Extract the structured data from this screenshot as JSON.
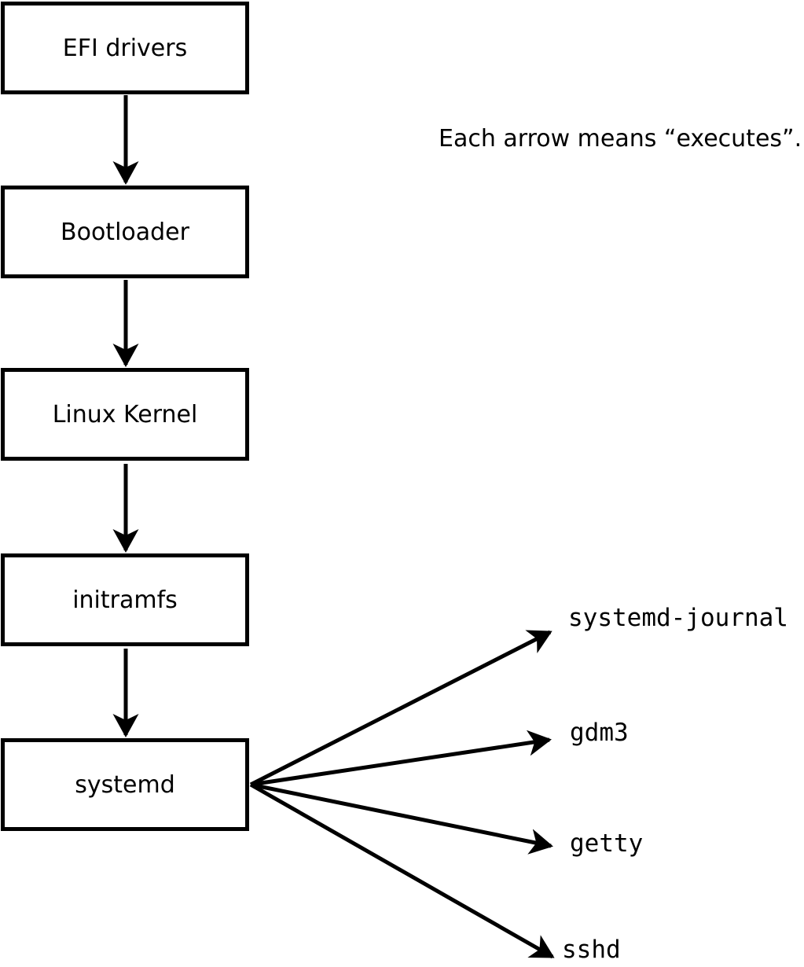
{
  "diagram": {
    "caption": "Each arrow means “executes”.",
    "chain": [
      {
        "id": "efi-drivers",
        "label": "EFI drivers"
      },
      {
        "id": "bootloader",
        "label": "Bootloader"
      },
      {
        "id": "linux-kernel",
        "label": "Linux Kernel"
      },
      {
        "id": "initramfs",
        "label": "initramfs"
      },
      {
        "id": "systemd",
        "label": "systemd"
      }
    ],
    "services": [
      {
        "id": "systemd-journal",
        "label": "systemd-journal"
      },
      {
        "id": "gdm3",
        "label": "gdm3"
      },
      {
        "id": "getty",
        "label": "getty"
      },
      {
        "id": "sshd",
        "label": "sshd"
      }
    ],
    "colors": {
      "line": "#000000",
      "background": "#ffffff",
      "box_fill": "#ffffff",
      "text": "#000000"
    }
  }
}
